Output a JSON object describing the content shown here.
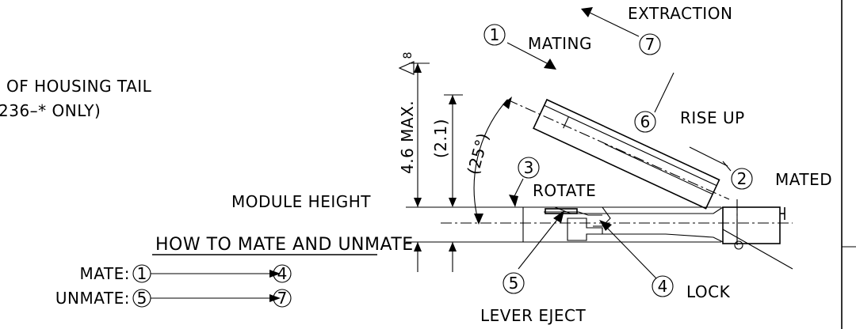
{
  "notes": {
    "housing_tail_line1": "OF HOUSING TAIL",
    "housing_tail_line2": "236–* ONLY)"
  },
  "labels": {
    "extraction": "EXTRACTION",
    "mating": "MATING",
    "rise_up": "RISE UP",
    "rotate": "ROTATE",
    "mated": "MATED",
    "lock": "LOCK",
    "lever_eject": "LEVER EJECT",
    "module_height": "MODULE HEIGHT"
  },
  "dimensions": {
    "max_height": "4.6 MAX.",
    "ref_height": "(2.1)",
    "angle": "(25°)",
    "note_flag": "8"
  },
  "steps": {
    "s1": "1",
    "s2": "2",
    "s3": "3",
    "s4": "4",
    "s5": "5",
    "s6": "6",
    "s7": "7"
  },
  "procedure": {
    "title": "HOW TO MATE AND UNMATE",
    "mate_label": "MATE:",
    "mate_from": "1",
    "mate_to": "4",
    "unmate_label": "UNMATE:",
    "unmate_from": "5",
    "unmate_to": "7"
  }
}
